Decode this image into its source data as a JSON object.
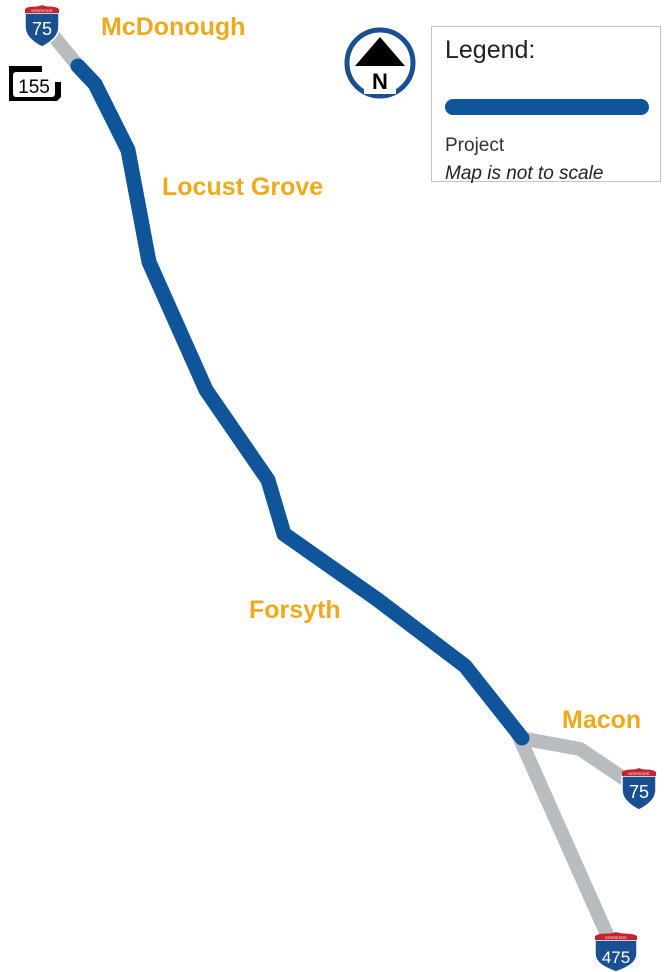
{
  "colors": {
    "project": "#0f5599",
    "other_road": "#b9bcbf",
    "city_label": "#eeaa1c",
    "shield_blue": "#1a4f92",
    "shield_red": "#c3252c"
  },
  "cities": {
    "mcdonough": "McDonough",
    "locust_grove": "Locust Grove",
    "forsyth": "Forsyth",
    "macon": "Macon"
  },
  "shields": {
    "i75_north": {
      "number": "75",
      "banner": "INTERSTATE"
    },
    "sr155": {
      "number": "155"
    },
    "i75_south": {
      "number": "75",
      "banner": "INTERSTATE"
    },
    "i475": {
      "number": "475",
      "banner": "INTERSTATE"
    }
  },
  "north_arrow": {
    "label": "N"
  },
  "legend": {
    "title": "Legend:",
    "item_label": "Project",
    "note": "Map is not to scale"
  }
}
